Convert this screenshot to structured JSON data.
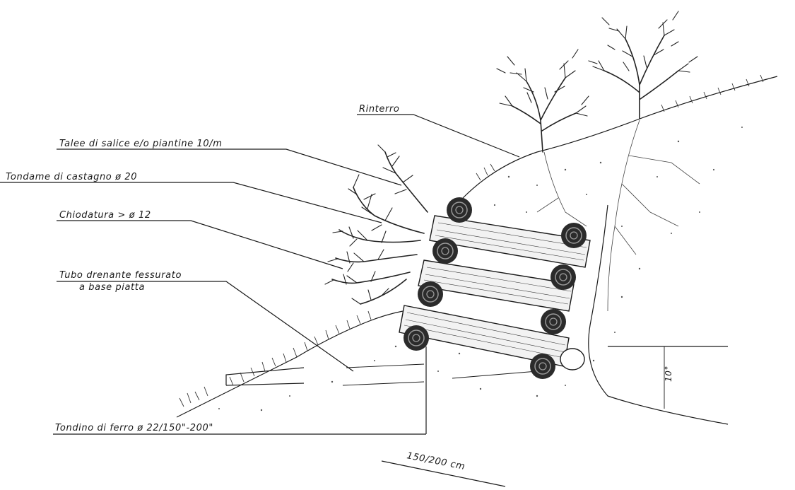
{
  "labels": {
    "rinterro": "Rinterro",
    "talee": "Talee di salice e/o piantine 10/m",
    "tondame": "Tondame di castagno ø 20",
    "chiodatura": "Chiodatura > ø 12",
    "tubo_line1": "Tubo drenante fessurato",
    "tubo_line2": "a base piatta",
    "tondino": "Tondino di ferro ø 22/150\"-200\"",
    "dimension": "150/200 cm",
    "angle": "10°"
  }
}
